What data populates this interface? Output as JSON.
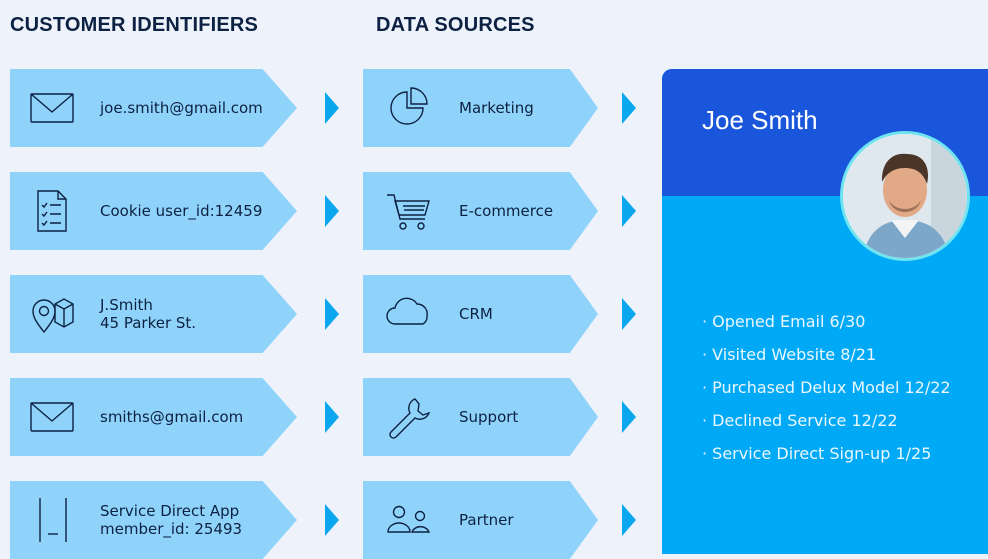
{
  "headings": {
    "customer_identifiers": "CUSTOMER IDENTIFIERS",
    "data_sources": "DATA SOURCES"
  },
  "identifiers": [
    {
      "icon": "envelope-icon",
      "lines": [
        "joe.smith@gmail.com"
      ]
    },
    {
      "icon": "checklist-document-icon",
      "lines": [
        "Cookie user_id:12459"
      ]
    },
    {
      "icon": "map-location-icon",
      "lines": [
        "J.Smith",
        "45 Parker St."
      ]
    },
    {
      "icon": "envelope-icon",
      "lines": [
        "smiths@gmail.com"
      ]
    },
    {
      "icon": "smartphone-icon",
      "lines": [
        "Service Direct App",
        "member_id: 25493"
      ]
    }
  ],
  "sources": [
    {
      "icon": "pie-chart-icon",
      "label": "Marketing"
    },
    {
      "icon": "shopping-cart-icon",
      "label": "E-commerce"
    },
    {
      "icon": "cloud-icon",
      "label": "CRM"
    },
    {
      "icon": "wrench-icon",
      "label": "Support"
    },
    {
      "icon": "people-icon",
      "label": "Partner"
    }
  ],
  "profile": {
    "name": "Joe Smith",
    "activities": [
      "· Opened Email 6/30",
      "· Visited Website 8/21",
      "· Purchased Delux Model 12/22",
      "· Declined Service 12/22",
      "· Service Direct Sign-up 1/25"
    ]
  },
  "colors": {
    "chevron": "#8fd3fb",
    "arrow": "#0aa7ef",
    "card_top": "#1a56db",
    "card_body": "#00a9f5",
    "text_dark": "#0d2142"
  }
}
